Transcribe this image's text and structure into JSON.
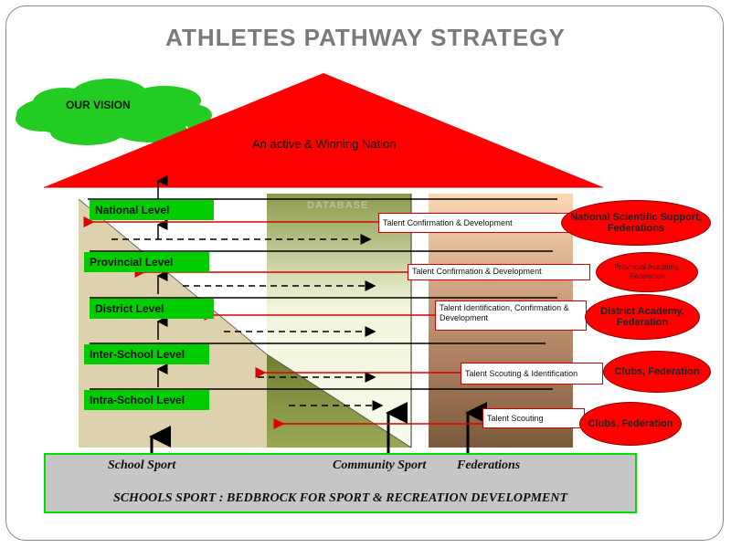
{
  "title": "ATHLETES PATHWAY STRATEGY",
  "vision": {
    "cloud": "OUR VISION",
    "roof": "An active & Winning Nation"
  },
  "database": "DATABASE",
  "levels": [
    "National Level",
    "Provincial Level",
    "District Level",
    "Inter-School Level",
    "Intra-School Level"
  ],
  "talent": [
    "Talent Confirmation & Development",
    "Talent Confirmation & Development",
    "Talent Identification, Confirmation & Development",
    "Talent Scouting & Identification",
    "Talent Scouting"
  ],
  "support": [
    "National Scientific Support, Federations",
    "Provincial Academy, Federation",
    "District Academy, Federation",
    "Clubs, Federation",
    "Clubs, Federation"
  ],
  "base": {
    "school": "School Sport",
    "community": "Community Sport",
    "federations": "Federations",
    "bedrock": "SCHOOLS SPORT : BEDBROCK FOR SPORT & RECREATION DEVELOPMENT"
  },
  "colors": {
    "roof": "#ff0000",
    "cloud": "#22cc22",
    "level": "#00cc00",
    "oval": "#ff0000"
  }
}
